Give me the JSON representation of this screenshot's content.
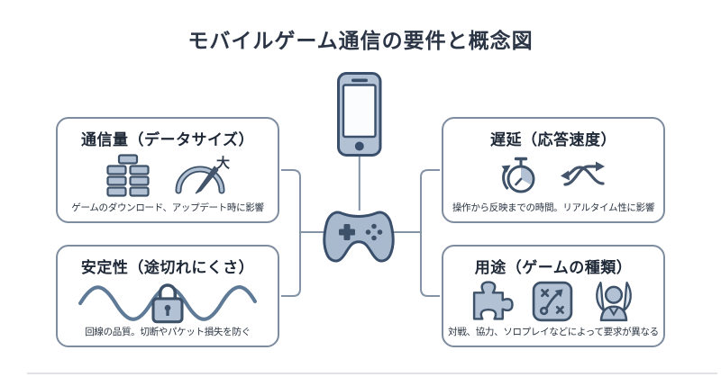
{
  "title": "モバイルゲーム通信の要件と概念図",
  "center": {
    "phone_icon": "smartphone-icon",
    "controller_icon": "gamepad-icon"
  },
  "boxes": [
    {
      "id": "traffic",
      "title": "通信量（データサイズ）",
      "caption": "ゲームのダウンロード、アップデート時に影響",
      "icons": [
        "data-blocks-icon",
        "gauge-icon"
      ],
      "gauge_label": "大"
    },
    {
      "id": "latency",
      "title": "遅延（応答速度）",
      "caption": "操作から反映までの時間。リアルタイム性に影響",
      "icons": [
        "stopwatch-icon",
        "crossing-arrows-icon"
      ]
    },
    {
      "id": "stability",
      "title": "安定性（途切れにくさ）",
      "caption": "回線の品質。切断やパケット損失を防ぐ",
      "icons": [
        "wave-lock-icon"
      ]
    },
    {
      "id": "usage",
      "title": "用途（ゲームの種類）",
      "caption": "対戦、協力、ソロプレイなどによって要求が異なる",
      "icons": [
        "puzzle-piece-icon",
        "strategy-board-icon",
        "character-icon"
      ]
    }
  ],
  "colors": {
    "outline_dark": "#3d5168",
    "icon_fill": "#b2c1d4",
    "connector_line": "#8492a6",
    "box_border": "#7e8ca0",
    "text": "#1d2736"
  }
}
